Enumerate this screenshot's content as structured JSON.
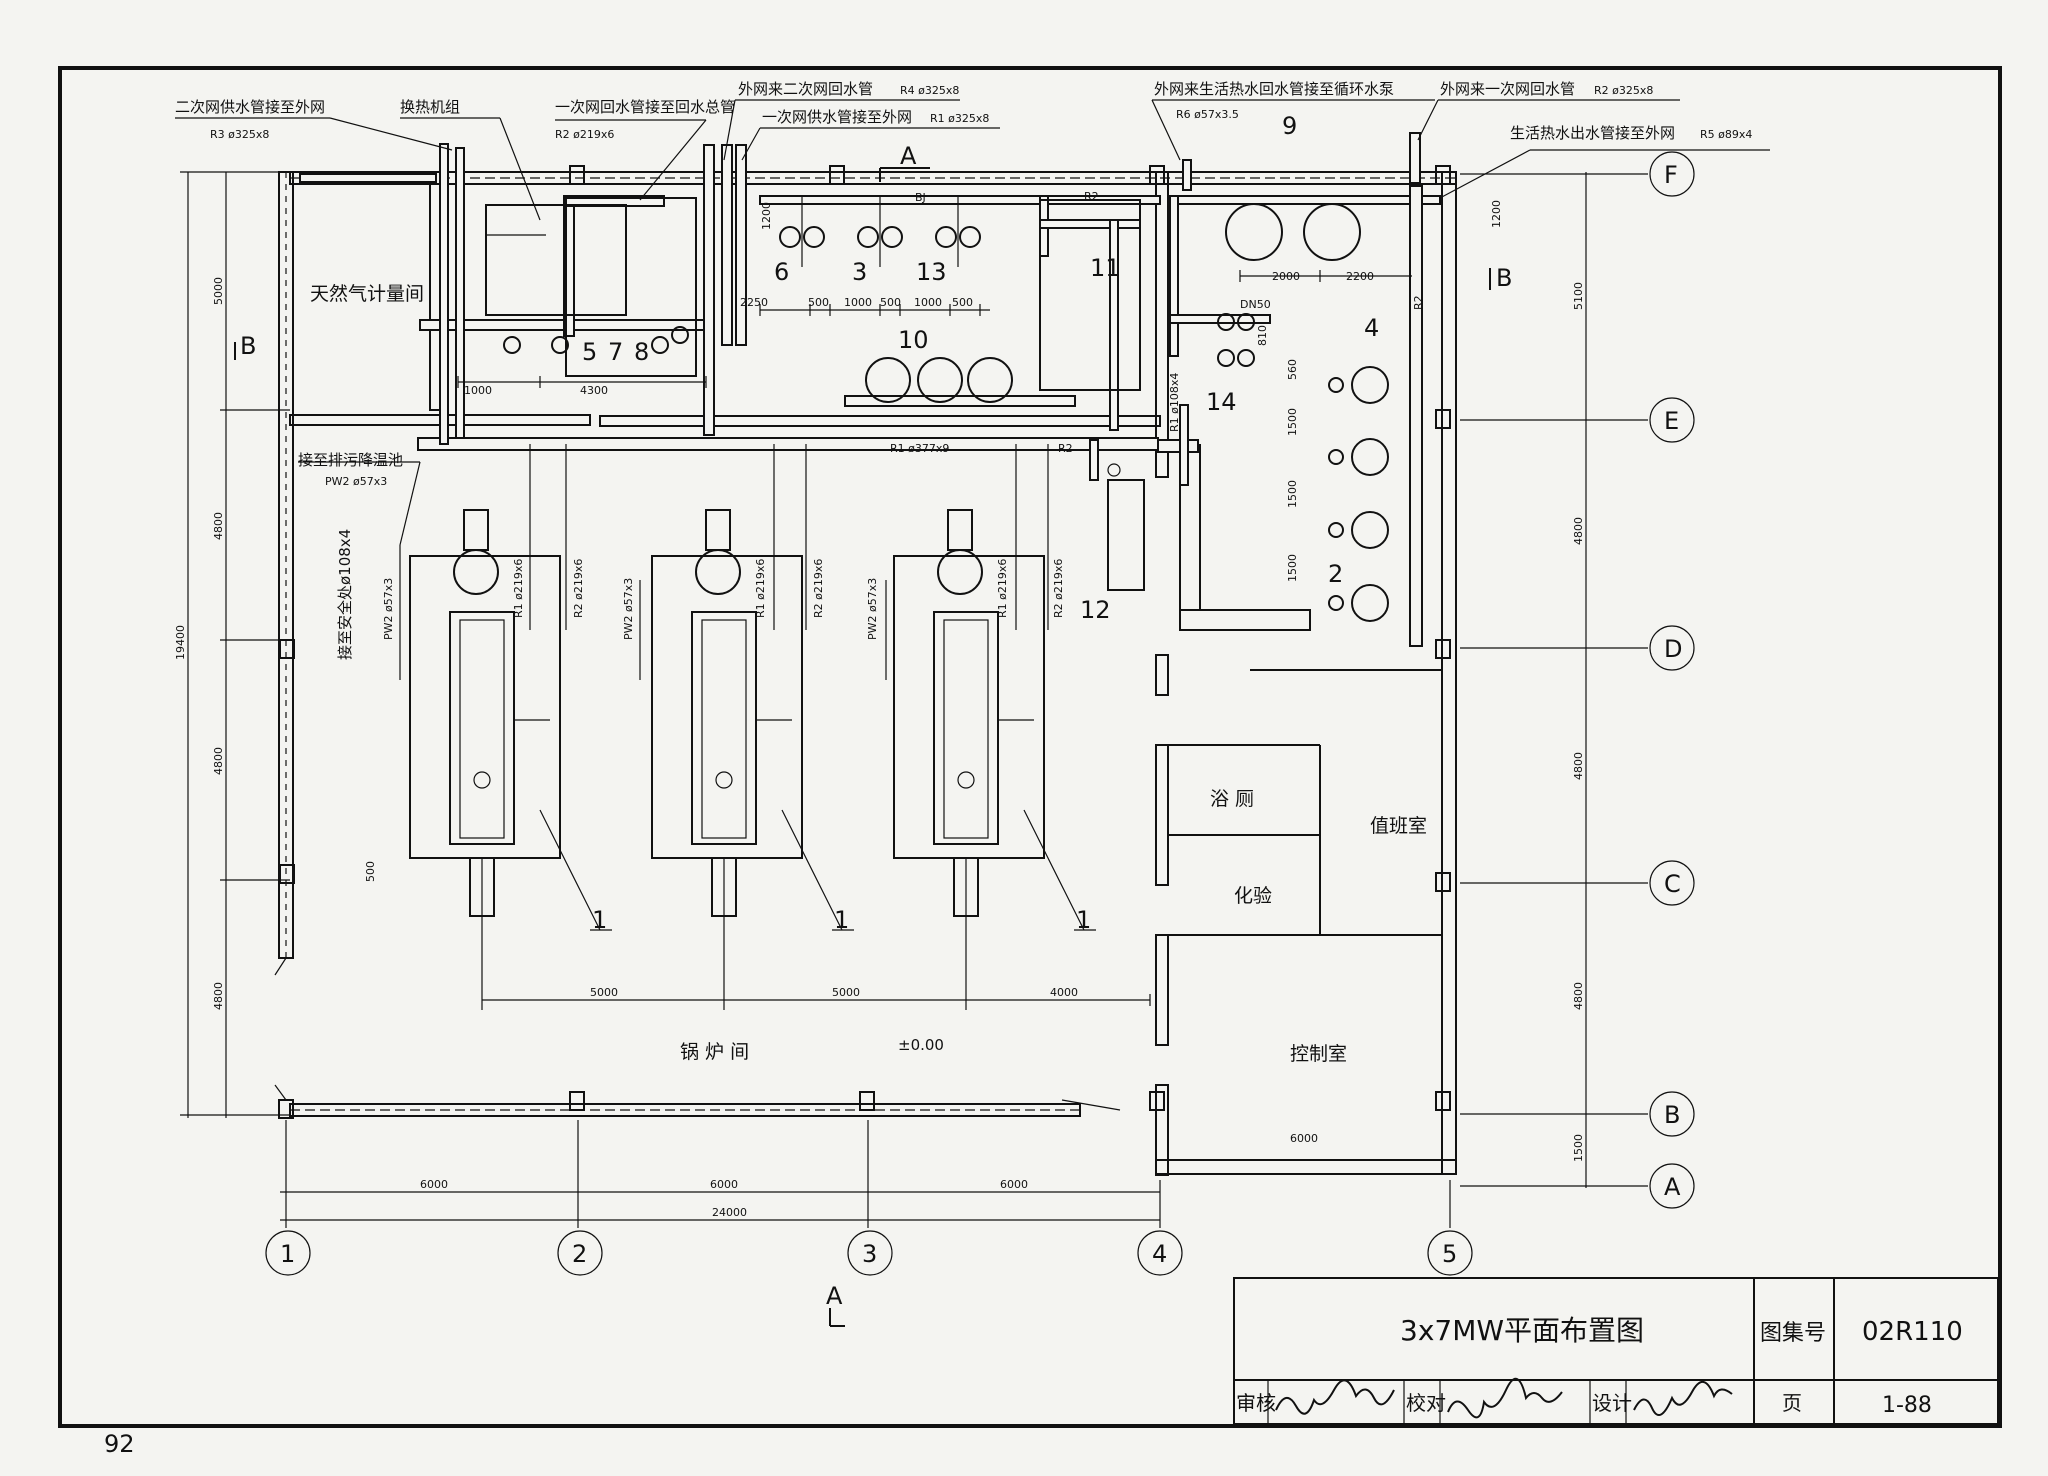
{
  "page_number": "92",
  "title_block": {
    "drawing_title": "3x7MW平面布置图",
    "atlas_label": "图集号",
    "atlas_no": "02R110",
    "review_label": "审核",
    "check_label": "校对",
    "design_label": "设计",
    "page_label": "页",
    "page_no": "1-88"
  },
  "pipe_labels": {
    "sec_supply_main": "二次网供水管接至外网",
    "sec_supply_spec": "R3 ø325x8",
    "heat_exchanger": "换热机组",
    "prim_return_main": "一次网回水管接至回水总管",
    "prim_return_spec": "R2 ø219x6",
    "sec_return_in": "外网来二次网回水管",
    "sec_return_in_spec": "R4 ø325x8",
    "prim_supply_out": "一次网供水管接至外网",
    "prim_supply_out_spec": "R1 ø325x8",
    "dhw_return_in": "外网来生活热水回水管接至循环水泵",
    "dhw_return_spec": "R6 ø57x3.5",
    "prim_return_in": "外网来一次网回水管",
    "prim_return_in_spec": "R2 ø325x8",
    "dhw_out": "生活热水出水管接至外网",
    "dhw_out_spec": "R5 ø89x4",
    "blowdown": "接至排污降温池",
    "blowdown_spec": "PW2 ø57x3",
    "safety_valve": "接至安全处ø108x4",
    "main_header": "R1 ø377x9",
    "r1_branch": "R1 ø219x6",
    "r2_branch": "R2 ø219x6",
    "pw2_branch": "PW2 ø57x3",
    "r1_riser": "R1 ø108x4",
    "dn50": "DN50",
    "r1": "R1",
    "r2": "R2",
    "bj": "BJ"
  },
  "rooms": {
    "gas_meter": "天然气计量间",
    "boiler_room": "锅 炉 间",
    "elevation": "±0.00",
    "bath": "浴 厕",
    "duty_room": "值班室",
    "lab": "化验",
    "control_room": "控制室"
  },
  "equipment_numbers": [
    "1",
    "1",
    "1",
    "2",
    "3",
    "4",
    "5",
    "7",
    "8",
    "6",
    "9",
    "10",
    "11",
    "12",
    "13",
    "14"
  ],
  "axes": {
    "vertical": [
      "1",
      "2",
      "3",
      "4",
      "5"
    ],
    "horizontal": [
      "F",
      "E",
      "D",
      "C",
      "B",
      "A"
    ]
  },
  "section_marks": {
    "a_top": "A",
    "a_bottom": "A",
    "b_left": "B",
    "b_right": "B"
  },
  "dimensions": {
    "bottom_spans": [
      "6000",
      "6000",
      "6000"
    ],
    "bottom_total": "24000",
    "left_total": "19400",
    "left_spans": [
      "5000",
      "4800",
      "4800",
      "4800"
    ],
    "right_spans": [
      "5100",
      "4800",
      "4800",
      "4800",
      "1500"
    ],
    "boiler_spacing": [
      "5000",
      "5000",
      "4000"
    ],
    "control_room_width": "6000",
    "step_500": "500",
    "hx_spacing": [
      "1000",
      "4300"
    ],
    "pump_spacing": [
      "2250",
      "500",
      "1000",
      "500",
      "1000",
      "500"
    ],
    "top_1200": "1200",
    "tank_spacing": [
      "2000",
      "2200"
    ],
    "right_1200": "1200",
    "pump_vertical": [
      "810",
      "560",
      "1500",
      "1500",
      "1500"
    ]
  }
}
